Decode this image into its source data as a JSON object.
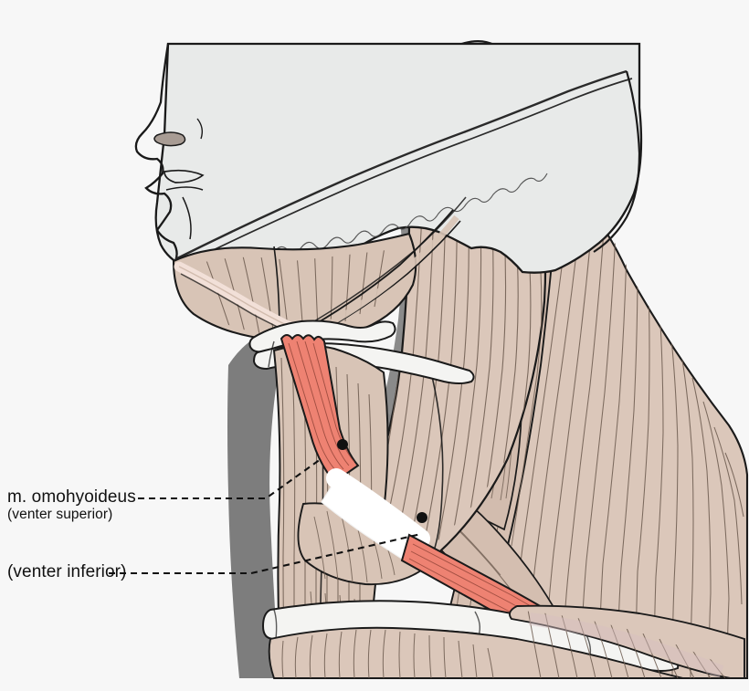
{
  "figure": {
    "title": "m. omohyoideus",
    "view": "lateral view of the neck, superficial dissection",
    "background_color": "#f7f7f7"
  },
  "labels": [
    {
      "id": "omohyoid",
      "text": "m. omohyoideus",
      "subtext": "(venter superior)",
      "leader": "dashed",
      "target": "superior belly of omohyoid muscle"
    },
    {
      "id": "venter-inferior",
      "text": "(venter inferior)",
      "subtext": "",
      "leader": "dashed",
      "target": "inferior belly of omohyoid muscle"
    }
  ],
  "colors": {
    "background": "#f7f7f7",
    "skin_head": "#e8eae9",
    "muscle": "#dbc7ba",
    "muscle_dark": "#c9b3a4",
    "muscle_light": "#e6d7cc",
    "highlight_muscle": "#ee8272",
    "highlight_muscle_dark": "#d96b5c",
    "bone": "#f4f4f2",
    "fascia_gray": "#8a8a8a",
    "fascia_gray_dark": "#6f6f6f",
    "outline": "#1a1a1a",
    "striation": "#6b5a4e",
    "label_text": "#111111",
    "nostril": "#a89c94"
  },
  "anatomy": {
    "highlighted_structure": "musculus omohyoideus",
    "parts": [
      "venter superior",
      "intermediate tendon",
      "venter inferior"
    ],
    "surrounding_structures": [
      "head and face (cut surface)",
      "auricle",
      "mandible cut line",
      "mylohyoid muscle",
      "anterior belly of digastric muscle",
      "os hyoideum",
      "sternohyoid muscle",
      "sternothyroid muscle",
      "sternocleidomastoid muscle",
      "splenius capitis muscle",
      "levator scapulae muscle",
      "scalene muscles",
      "trapezius muscle",
      "clavicula",
      "pectoralis major muscle",
      "deltoid muscle",
      "cervical fascia"
    ]
  }
}
